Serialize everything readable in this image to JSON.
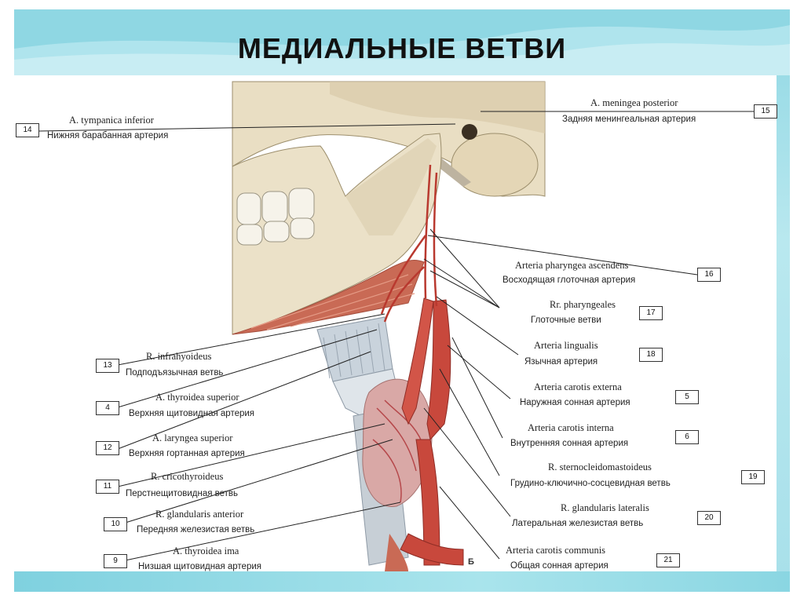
{
  "slide": {
    "title": "МЕДИАЛЬНЫЕ ВЕТВИ",
    "figure_letter": "Б",
    "colors": {
      "band": "#8fd7e3",
      "artery": "#c8483c",
      "bone": "#ebe0c8",
      "muscle": "#c96a55"
    }
  },
  "labels": [
    {
      "num": "14",
      "latin": "A. tympanica inferior",
      "russian": "Нижняя барабанная артерия"
    },
    {
      "num": "15",
      "latin": "A. meningea posterior",
      "russian": "Задняя менингеальная артерия"
    },
    {
      "num": "16",
      "latin": "Arteria pharyngea ascendens",
      "russian": "Восходящая глоточная артерия"
    },
    {
      "num": "17",
      "latin": "Rr. pharyngeales",
      "russian": "Глоточные ветви"
    },
    {
      "num": "18",
      "latin": "Arteria lingualis",
      "russian": "Язычная артерия"
    },
    {
      "num": "13",
      "latin": "R. infrahyoideus",
      "russian": "Подподъязычная ветвь"
    },
    {
      "num": "5",
      "latin": "Arteria carotis externa",
      "russian": "Наружная сонная артерия"
    },
    {
      "num": "4",
      "latin": "A. thyroidea superior",
      "russian": "Верхняя щитовидная артерия"
    },
    {
      "num": "6",
      "latin": "Arteria carotis interna",
      "russian": "Внутренняя сонная артерия"
    },
    {
      "num": "12",
      "latin": "A. laryngea superior",
      "russian": "Верхняя гортанная артерия"
    },
    {
      "num": "19",
      "latin": "R. sternocleidomastoideus",
      "russian": "Грудино-ключично-сосцевидная ветвь"
    },
    {
      "num": "11",
      "latin": "R. cricothyroideus",
      "russian": "Перстнещитовидная ветвь"
    },
    {
      "num": "20",
      "latin": "R. glandularis lateralis",
      "russian": "Латеральная железистая ветвь"
    },
    {
      "num": "10",
      "latin": "R. glandularis anterior",
      "russian": "Передняя железистая ветвь"
    },
    {
      "num": "21",
      "latin": "Arteria carotis communis",
      "russian": "Общая сонная артерия"
    },
    {
      "num": "9",
      "latin": "A. thyroidea ima",
      "russian": "Низшая щитовидная артерия"
    }
  ]
}
